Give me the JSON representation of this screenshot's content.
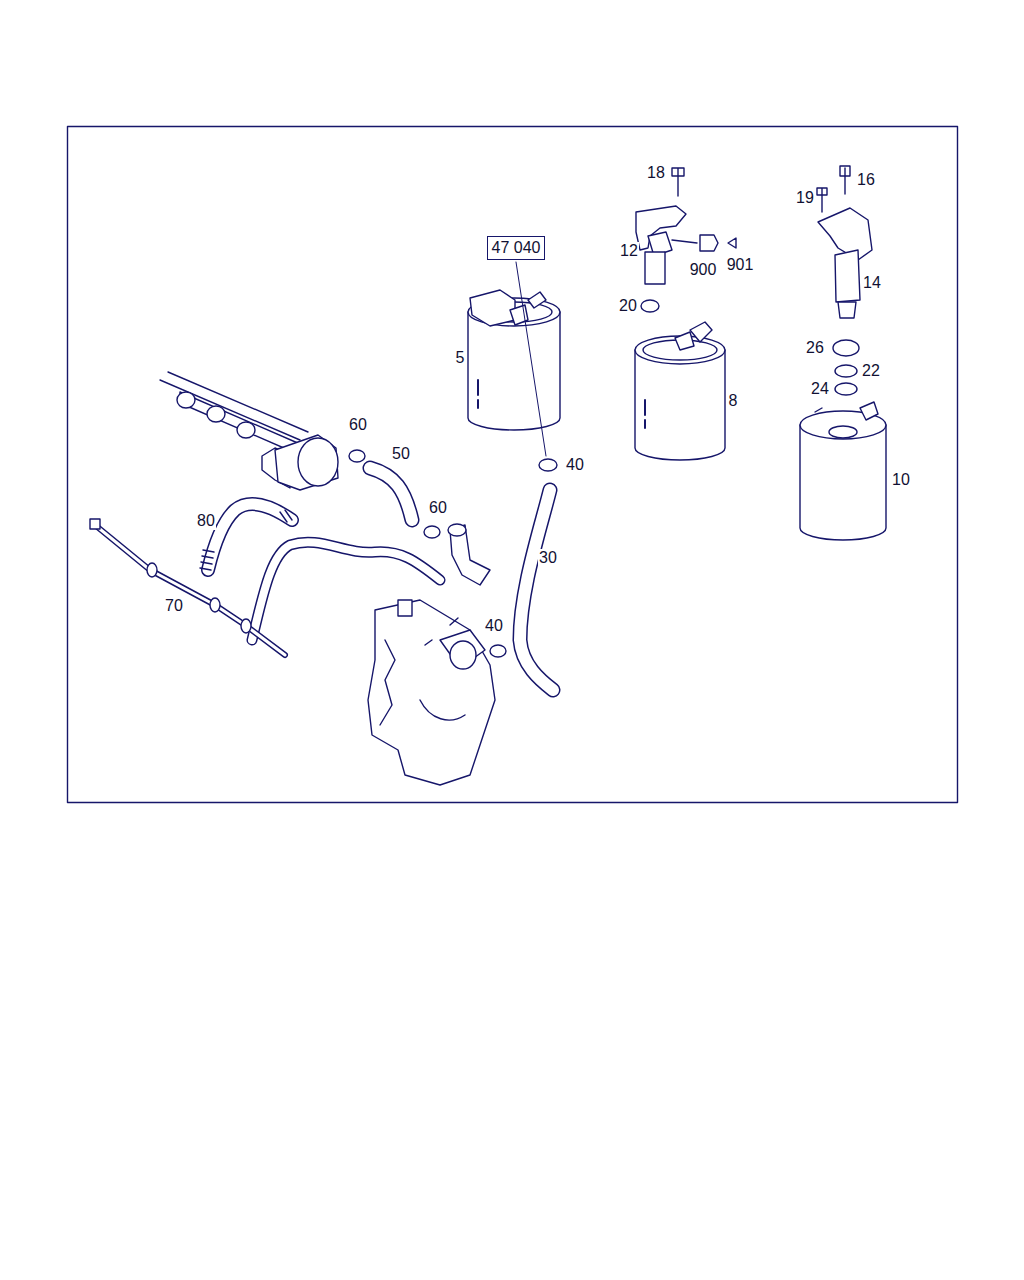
{
  "diagram": {
    "nodes": [
      {
        "text": [
          "47 040"
        ]
      }
    ],
    "labels": [
      "18",
      "16",
      "19",
      "12",
      "900",
      "901",
      "14",
      "20",
      "5",
      "26",
      "22",
      "24",
      "8",
      "60",
      "50",
      "40",
      "10",
      "60",
      "80",
      "30",
      "70",
      "40"
    ]
  }
}
